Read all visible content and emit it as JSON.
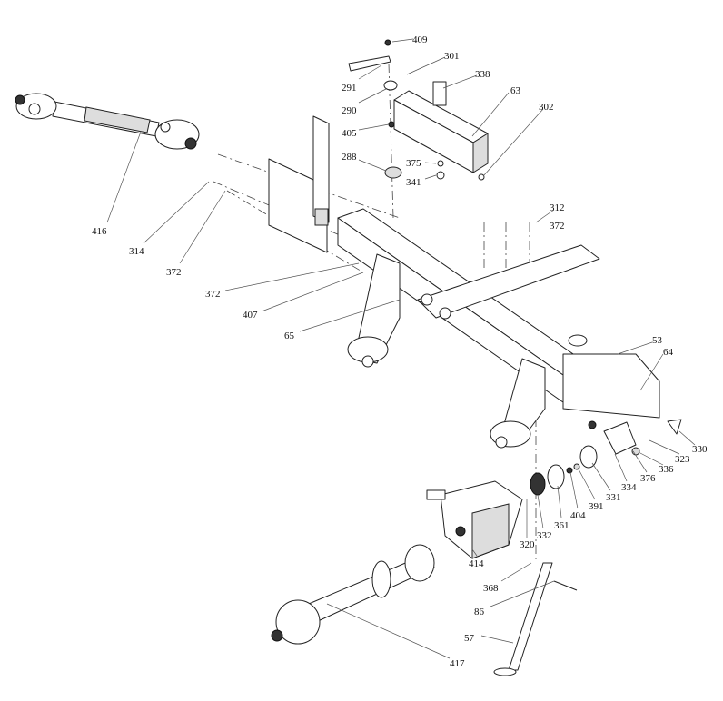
{
  "diagram": {
    "type": "exploded-parts-diagram",
    "part_labels": [
      "409",
      "301",
      "338",
      "291",
      "63",
      "302",
      "290",
      "405",
      "288",
      "375",
      "341",
      "312",
      "372",
      "416",
      "314",
      "372",
      "372",
      "407",
      "65",
      "53",
      "64",
      "330",
      "323",
      "336",
      "376",
      "334",
      "331",
      "391",
      "404",
      "361",
      "332",
      "320",
      "414",
      "368",
      "86",
      "57",
      "417"
    ]
  }
}
